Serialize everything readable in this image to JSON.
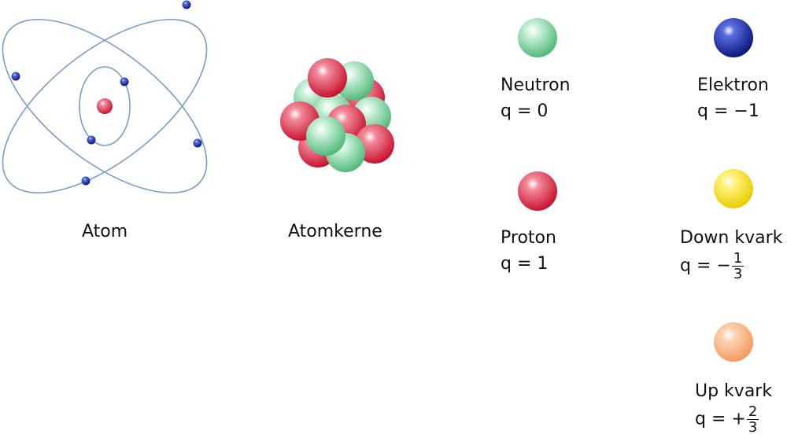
{
  "colors": {
    "neutron": "#6fcf97",
    "proton": "#e0304a",
    "electron": "#1d2a9e",
    "down_quark": "#f2de1b",
    "up_quark": "#f7b07a",
    "orbit": "#7a9cc9"
  },
  "atom": {
    "label": "Atom"
  },
  "nucleus": {
    "label": "Atomkerne"
  },
  "particles": {
    "neutron": {
      "name": "Neutron",
      "charge": "q = 0"
    },
    "electron": {
      "name": "Elektron",
      "charge": "q = −1"
    },
    "proton": {
      "name": "Proton",
      "charge": "q = 1"
    },
    "down_quark": {
      "name": "Down kvark",
      "charge_prefix": "q = −",
      "num": "1",
      "den": "3"
    },
    "up_quark": {
      "name": "Up kvark",
      "charge_prefix": "q = +",
      "num": "2",
      "den": "3"
    }
  }
}
